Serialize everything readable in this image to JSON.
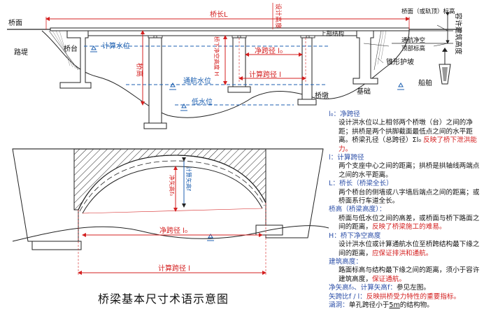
{
  "caption": "桥梁基本尺寸术语示意图",
  "top_labels": {
    "bridge_deck": "桥面",
    "bridge_length": "桥长L",
    "design_tonnage": "设计高度",
    "deck_elevation": "桥面（或轨顶）标高",
    "embankment": "路堤",
    "abutment": "桥台",
    "design_flood_level": "计算水位",
    "superstructure": "上部结构",
    "clear_span": "净跨径 l₀",
    "nav_clear_height": "通航净空",
    "top_elev": "顶部标高",
    "clearance_vertical": "容许建筑高度",
    "cone_slope": "锥形护坡",
    "bridge_height": "桥高",
    "under_clearance": "桥下净空高度 H",
    "calc_span": "计算跨径 l",
    "navigation_level": "通航水位",
    "low_water": "低水位",
    "pier": "桥墩",
    "foundation": "基础",
    "ship": "船舶"
  },
  "arch_labels": {
    "clear_rise": "净矢高f₀",
    "calc_rise": "计算矢高f",
    "clear_span": "净跨径 l₀",
    "calc_span": "计算跨径 l"
  },
  "notes": [
    {
      "term": "l₀：净跨径",
      "body": [
        {
          "t": "设计洪水位以上相邻两个桥墩（台）之间的净距；拱桥是两个拱脚截面最低点之间的水平距离。桥梁孔径（总跨径）Σl₀ "
        },
        {
          "t": "反映了桥下泄洪能力。",
          "c": "red"
        }
      ]
    },
    {
      "term": "l：计算跨径",
      "body": [
        {
          "t": "两个支座中心之间的距离；拱桥是拱轴线两端点之间的水平距离。"
        }
      ]
    },
    {
      "term": "L：桥长（桥梁全长）",
      "body": [
        {
          "t": "两个桥台的侧墙或八字墙后端点之间的距离；或桥面系行车道全长。"
        }
      ]
    },
    {
      "term": "桥高（桥梁高度）：",
      "body": [
        {
          "t": "桥面与低水位之间的高差，或桥面与桥下路面之间的距离，"
        },
        {
          "t": "反映了桥梁施工的难易。",
          "c": "red"
        }
      ]
    },
    {
      "term": "H：桥下净空高度",
      "body": [
        {
          "t": "设计洪水位或计算通航水位至桥跨结构最下缘之间的距离，"
        },
        {
          "t": "应保证排洪和通航。",
          "c": "red"
        }
      ]
    },
    {
      "term": "建筑高度：",
      "body": [
        {
          "t": "路面标高与结构最下缘之间的距离，须小于容许建筑高度，"
        },
        {
          "t": "保证通航。",
          "c": "red"
        }
      ]
    },
    {
      "term": "净矢高f₀、计算矢高f：",
      "body": [
        {
          "t": "参见左图。"
        }
      ],
      "inline": true
    },
    {
      "term": "矢跨比f / l：",
      "body": [
        {
          "t": "反映拱桥受力特性的重要指标。",
          "c": "red"
        }
      ],
      "inline": true
    },
    {
      "term": "涵洞：",
      "body": [
        {
          "t": "单孔跨径小于"
        },
        {
          "t": "5m",
          "u": true
        },
        {
          "t": "的结构物。"
        }
      ],
      "inline": true
    }
  ]
}
